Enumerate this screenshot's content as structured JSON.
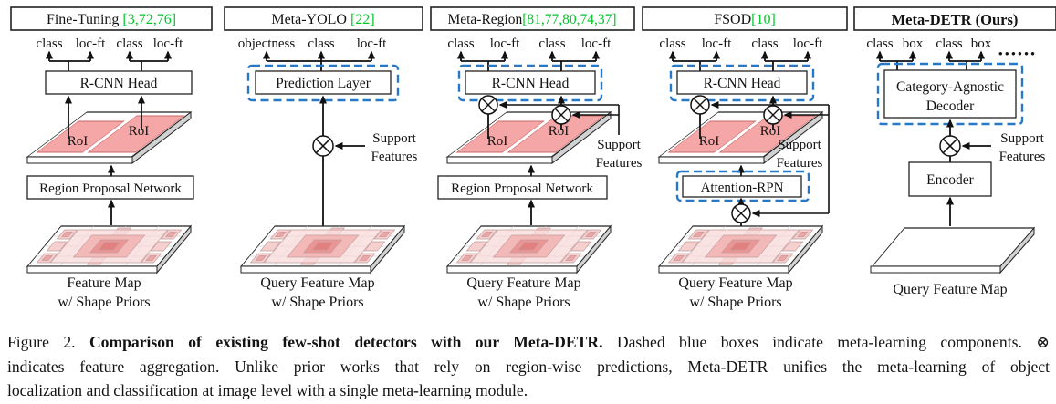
{
  "figure": {
    "panels": [
      {
        "title": "Fine-Tuning ",
        "citation": "[3,72,76]",
        "outputs": [
          "class",
          "loc-ft",
          "class",
          "loc-ft"
        ],
        "head": "R-CNN Head",
        "roi_labels": [
          "RoI",
          "RoI"
        ],
        "rpn": "Region Proposal Network",
        "map_label": [
          "Feature Map",
          "w/ Shape Priors"
        ]
      },
      {
        "title": "Meta-YOLO ",
        "citation": "[22]",
        "outputs": [
          "objectness",
          "class",
          "loc-ft"
        ],
        "head": "Prediction Layer",
        "support": [
          "Support",
          "Features"
        ],
        "map_label": [
          "Query Feature Map",
          "w/ Shape Priors"
        ]
      },
      {
        "title": "Meta-Region",
        "citation": "[81,77,80,74,37]",
        "outputs": [
          "class",
          "loc-ft",
          "class",
          "loc-ft"
        ],
        "head": "R-CNN Head",
        "roi_labels": [
          "RoI",
          "RoI"
        ],
        "support": [
          "Support",
          "Features"
        ],
        "rpn": "Region Proposal Network",
        "map_label": [
          "Query Feature Map",
          "w/ Shape Priors"
        ]
      },
      {
        "title": "FSOD",
        "citation": "[10]",
        "outputs": [
          "class",
          "loc-ft",
          "class",
          "loc-ft"
        ],
        "head": "R-CNN Head",
        "roi_labels": [
          "RoI",
          "RoI"
        ],
        "support": [
          "Support",
          "Features"
        ],
        "rpn": "Attention-RPN",
        "map_label": [
          "Query Feature Map",
          "w/ Shape Priors"
        ]
      },
      {
        "title": "Meta-DETR (Ours)",
        "outputs": [
          "class",
          "box",
          "class",
          "box"
        ],
        "ellipsis": "••••••",
        "head_lines": [
          "Category-Agnostic",
          "Decoder"
        ],
        "support": [
          "Support",
          "Features"
        ],
        "encoder": "Encoder",
        "map_label": [
          "Query Feature Map"
        ]
      }
    ],
    "colors": {
      "meta_dashed_blue": "#2878C8",
      "citation_green": "#00C828",
      "roi_fill": "#F5A6A6",
      "roi_stroke": "#C96A6A"
    },
    "caption": {
      "line1_prefix": "Figure 2. ",
      "line1_bold": "Comparison of existing few-shot detectors with our Meta-DETR.",
      "line1_suffix": " Dashed blue boxes indicate meta-learning components. ⊗",
      "line2": "indicates feature aggregation.  Unlike prior works that rely on region-wise predictions, Meta-DETR unifies the meta-learning of object",
      "line3": "localization and classification at image level with a single meta-learning module."
    }
  }
}
